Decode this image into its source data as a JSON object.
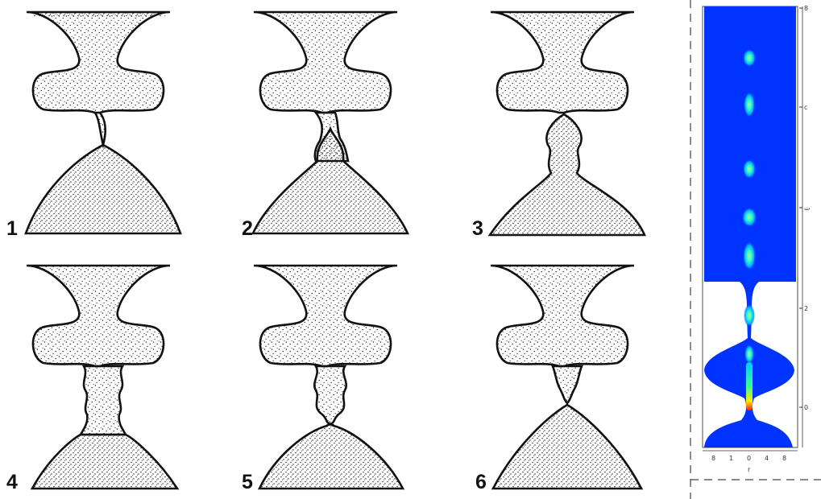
{
  "figure": {
    "panels": [
      {
        "label": "1",
        "stage": 1
      },
      {
        "label": "2",
        "stage": 2
      },
      {
        "label": "3",
        "stage": 3
      },
      {
        "label": "4",
        "stage": 4
      },
      {
        "label": "5",
        "stage": 5
      },
      {
        "label": "6",
        "stage": 6
      }
    ],
    "outline_color": "#111111",
    "stipple_color": "#222222"
  },
  "simulation": {
    "background_color": "#0033ff",
    "colormap": [
      "#0033ff",
      "#00ccff",
      "#33ff99",
      "#ffee00",
      "#ff2200"
    ],
    "right_axis_ticks": [
      "8",
      "c",
      "ت",
      "2",
      "0"
    ],
    "bottom_axis_ticks": [
      "8",
      "1",
      "0",
      "4",
      "8"
    ],
    "bottom_axis_label": "r"
  }
}
